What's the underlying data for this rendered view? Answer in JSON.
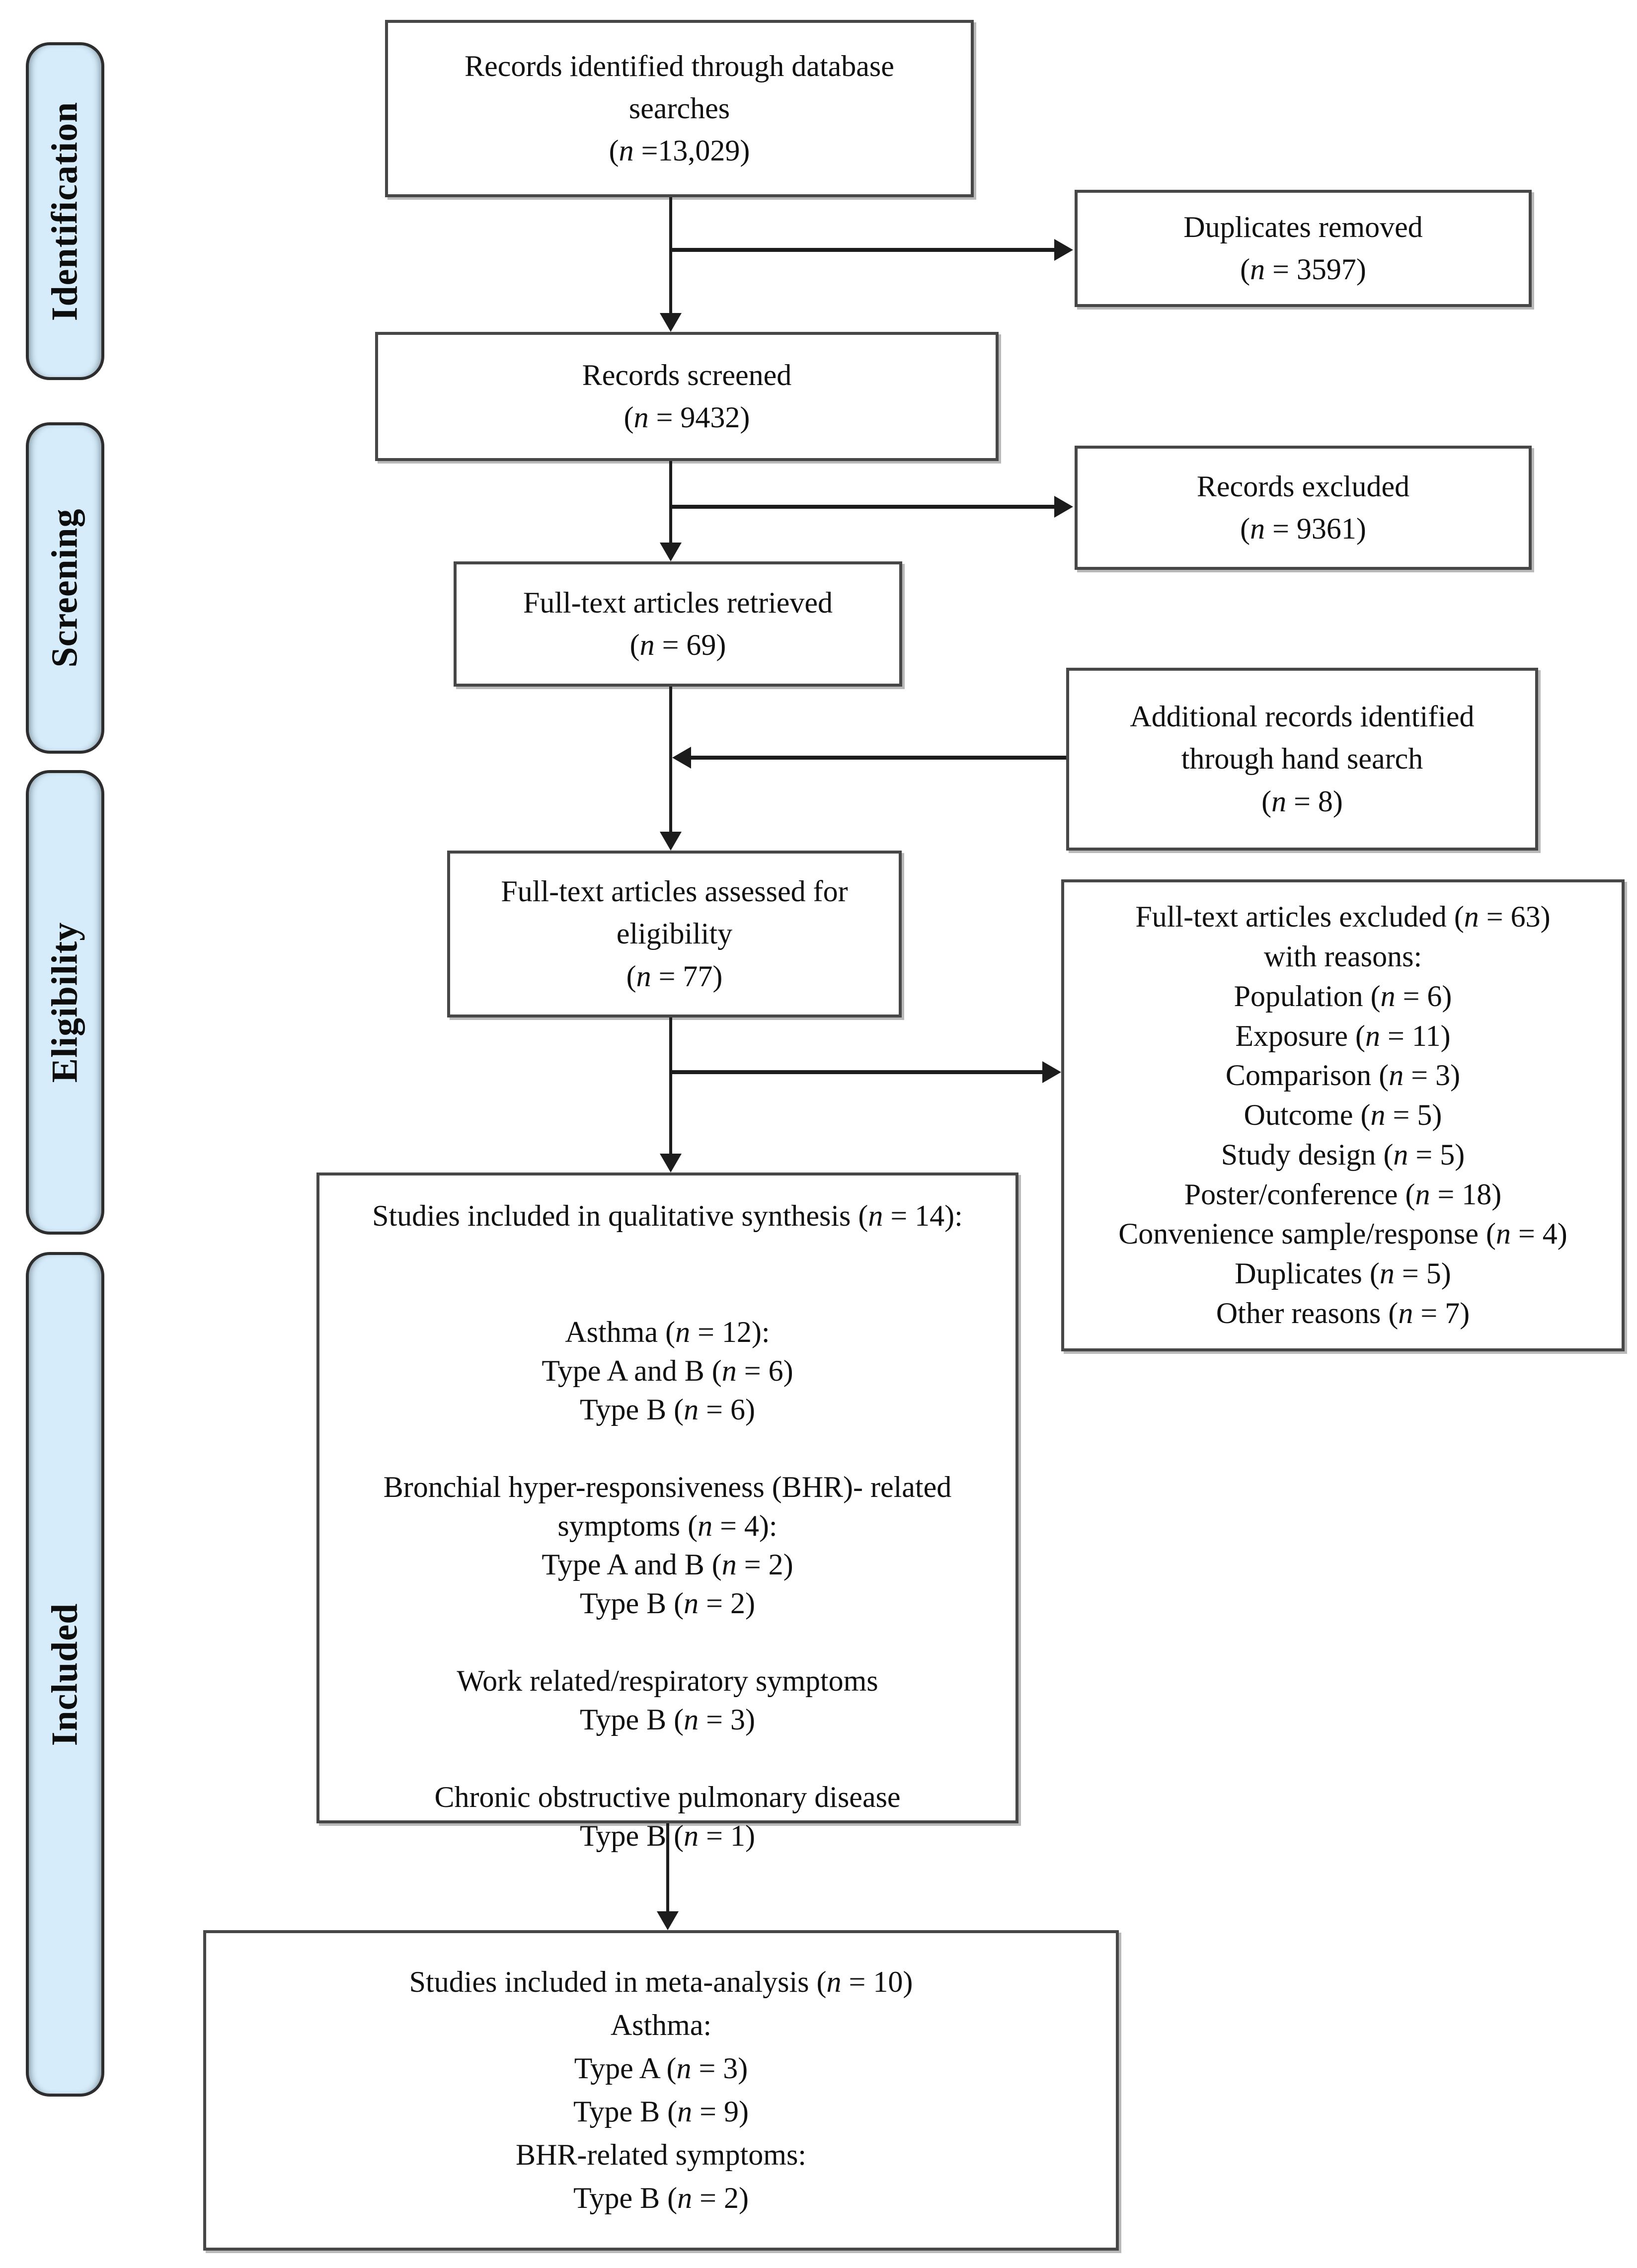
{
  "stages": [
    {
      "id": "identification",
      "label": "Identification"
    },
    {
      "id": "screening",
      "label": "Screening"
    },
    {
      "id": "eligibility",
      "label": "Eligibility"
    },
    {
      "id": "included",
      "label": "Included"
    }
  ],
  "boxes": {
    "records_identified": {
      "lines": [
        "Records identified through database",
        "searches",
        "(n =13,029)"
      ]
    },
    "duplicates_removed": {
      "lines": [
        "Duplicates removed",
        "(n = 3597)"
      ]
    },
    "records_screened": {
      "lines": [
        "Records screened",
        "(n = 9432)"
      ]
    },
    "records_excluded": {
      "lines": [
        "Records excluded",
        "(n = 9361)"
      ]
    },
    "fulltext_retrieved": {
      "lines": [
        "Full-text articles retrieved",
        "(n = 69)"
      ]
    },
    "additional_records": {
      "lines": [
        "Additional records identified",
        "through hand search",
        "(n = 8)"
      ]
    },
    "fulltext_assessed": {
      "lines": [
        "Full-text articles assessed for",
        "eligibility",
        "(n = 77)"
      ]
    },
    "fulltext_excluded": {
      "lines": [
        "Full-text articles excluded (n = 63)",
        "with reasons:",
        "Population (n = 6)",
        "Exposure (n = 11)",
        "Comparison (n = 3)",
        "Outcome (n = 5)",
        "Study design (n = 5)",
        "Poster/conference (n = 18)",
        "Convenience sample/response (n = 4)",
        "Duplicates (n = 5)",
        "Other reasons (n = 7)"
      ]
    },
    "qualitative_synthesis": {
      "lines": [
        "Studies included in qualitative synthesis (n = 14):",
        "",
        "",
        "Asthma (n = 12):",
        "Type A and B (n = 6)",
        "Type B (n = 6)",
        "",
        "Bronchial hyper-responsiveness (BHR)- related",
        "symptoms (n = 4):",
        "Type A and B (n = 2)",
        "Type B (n = 2)",
        "",
        "Work related/respiratory symptoms",
        "Type B (n = 3)",
        "",
        "Chronic obstructive pulmonary disease",
        "Type B (n = 1)"
      ]
    },
    "meta_analysis": {
      "lines": [
        "Studies included in meta-analysis (n = 10)",
        "Asthma:",
        "Type A (n = 3)",
        "Type B (n = 9)",
        "BHR-related symptoms:",
        "Type B (n = 2)"
      ]
    }
  },
  "colors": {
    "stage_fill": "#d6ecfa",
    "stage_border": "#2d2d2d",
    "box_border": "#474747",
    "arrow": "#1c1c1c",
    "text": "#101010"
  }
}
